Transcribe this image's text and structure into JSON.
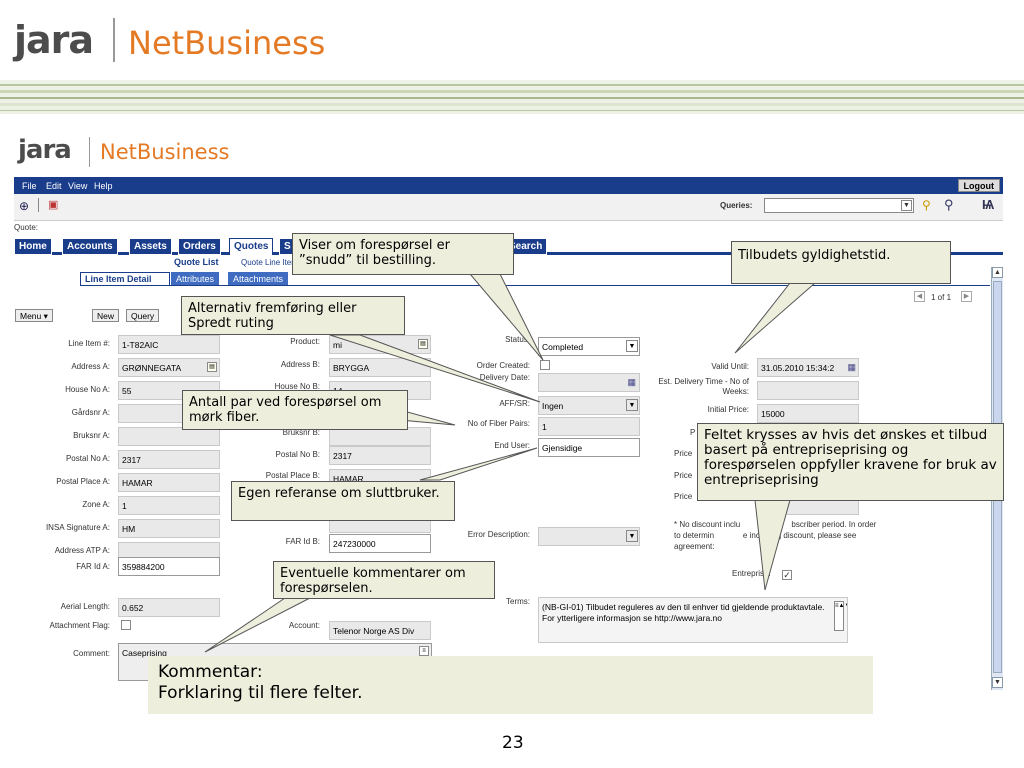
{
  "slide": {
    "logo_top": {
      "jara": "jara",
      "netbusiness": "NetBusiness"
    },
    "logo_small": {
      "jara": "jara",
      "netbusiness": "NetBusiness"
    },
    "page_number": "23"
  },
  "colors": {
    "brand_orange": "#e57a25",
    "brand_grey": "#4c4c4c",
    "siebel_blue": "#193d8b",
    "callout_bg": "#eeeedd",
    "stripe_green": "#d9e2c7"
  },
  "app": {
    "menu": [
      "File",
      "Edit",
      "View",
      "Help"
    ],
    "logout": "Logout",
    "queries_label": "Queries:",
    "context_label": "Quote:",
    "tabs": [
      "Home",
      "Accounts",
      "Assets",
      "Orders",
      "Quotes",
      "S",
      "Search"
    ],
    "quote_list": "Quote List",
    "quote_line_item": "Quote Line Iter",
    "subtabs": [
      "Line Item Detail",
      "Attributes",
      "Attachments"
    ],
    "pager": "1 of 1",
    "menu_btn": "Menu ▾",
    "new_btn": "New",
    "query_btn": "Query"
  },
  "col1": {
    "line_item_label": "Line Item #:",
    "line_item": "1-T82AIC",
    "address_a_label": "Address A:",
    "address_a": "GRØNNEGATA",
    "house_no_a_label": "House No A:",
    "house_no_a": "55",
    "gardsnr_a_label": "Gårdsnr A:",
    "bruksnr_a_label": "Bruksnr A:",
    "postal_no_a_label": "Postal No A:",
    "postal_no_a": "2317",
    "postal_place_a_label": "Postal Place A:",
    "postal_place_a": "HAMAR",
    "zone_a_label": "Zone A:",
    "zone_a": "1",
    "insa_label": "INSA Signature A:",
    "insa": "HM",
    "atp_label": "Address ATP A:",
    "far_a_label": "FAR Id A:",
    "far_a": "359884200",
    "aerial_label": "Aerial Length:",
    "aerial": "0.652",
    "attach_flag_label": "Attachment Flag:",
    "comment_label": "Comment:",
    "comment": "Caseprising"
  },
  "col2": {
    "product_label": "Product:",
    "product": "mi",
    "address_b_label": "Address B:",
    "address_b": "BRYGGA",
    "house_no_b_label": "House No B:",
    "house_no_b": "14",
    "bruksnr_b_label": "Bruksnr B:",
    "postal_no_b_label": "Postal No B:",
    "postal_no_b": "2317",
    "postal_place_b_label": "Postal Place B:",
    "postal_place_b": "HAMAR",
    "far_b_label": "FAR Id B:",
    "far_b": "247230000",
    "account_label": "Account:",
    "account": "Telenor Norge AS Div"
  },
  "col3": {
    "status_label": "Status:",
    "status": "Completed",
    "order_created_label": "Order Created:",
    "delivery_date_label": "Delivery Date:",
    "aff_sr_label": "AFF/SR:",
    "aff_sr": "Ingen",
    "fiber_pairs_label": "No of Fiber Pairs:",
    "fiber_pairs": "1",
    "end_user_label": "End User:",
    "end_user": "Gjensidige",
    "error_label": "Error Description:",
    "terms_label": "Terms:",
    "terms": "(NB-GI-01) Tilbudet reguleres av den til enhver tid gjeldende produktavtale. For ytterligere informasjon se http://www.jara.no"
  },
  "col4": {
    "valid_until_label": "Valid Until:",
    "valid_until": "31.05.2010 15:34:2",
    "est_delivery_label": "Est. Delivery Time - No of Weeks:",
    "initial_price_label": "Initial Price:",
    "initial_price": "15000",
    "p_label": "P",
    "price_label": "Price",
    "discount_note": "* No discount inclu                       bscriber period. In order to determin             e including discount, please see            agreement:",
    "entreprise_label": "Entreprise:"
  },
  "callouts": {
    "snudd": "Viser om forespørsel er ”snudd” til bestilling.",
    "gyldighet": "Tilbudets gyldighetstid.",
    "alternativ": "Alternativ fremføring eller Spredt ruting",
    "antall_par": "Antall par ved forespørsel om mørk fiber.",
    "entreprise": "Feltet krysses av hvis det ønskes et tilbud basert på entrepriseprising og forespørselen oppfyller kravene for bruk av entrepriseprising",
    "egen_ref": "Egen referanse om sluttbruker.",
    "kommentarer": "Eventuelle kommentarer om forespørselen.",
    "kommentar_title": "Kommentar:",
    "kommentar_body": "Forklaring til flere felter."
  }
}
